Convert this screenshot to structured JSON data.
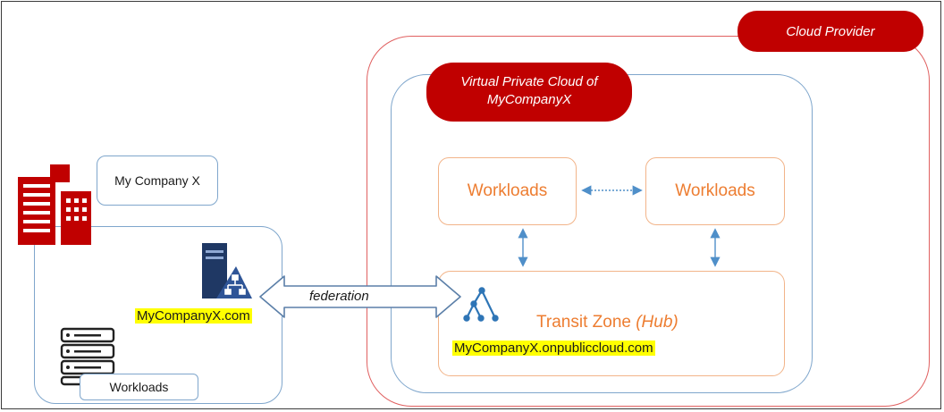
{
  "cloud_provider": {
    "label": "Cloud Provider"
  },
  "vpc": {
    "label_line1": "Virtual Private Cloud of",
    "label_line2": "MyCompanyX"
  },
  "cloud_workloads": {
    "left_label": "Workloads",
    "right_label": "Workloads"
  },
  "transit": {
    "label": "Transit Zone ",
    "label_hub": "(Hub)",
    "domain": "MyCompanyX.onpubliccloud.com"
  },
  "onprem": {
    "company_label": "My Company X",
    "domain": "MyCompanyX.com",
    "workloads_label": "Workloads"
  },
  "federation": {
    "label": "federation"
  },
  "colors": {
    "brand_red": "#c00000",
    "orange": "#ed7d31",
    "blue_border": "#7fa6cc",
    "arrow_blue": "#4f8fc9",
    "highlight": "#ffff00"
  },
  "icons": [
    "building-icon",
    "server-directory-icon",
    "server-rack-icon",
    "hierarchy-icon"
  ]
}
